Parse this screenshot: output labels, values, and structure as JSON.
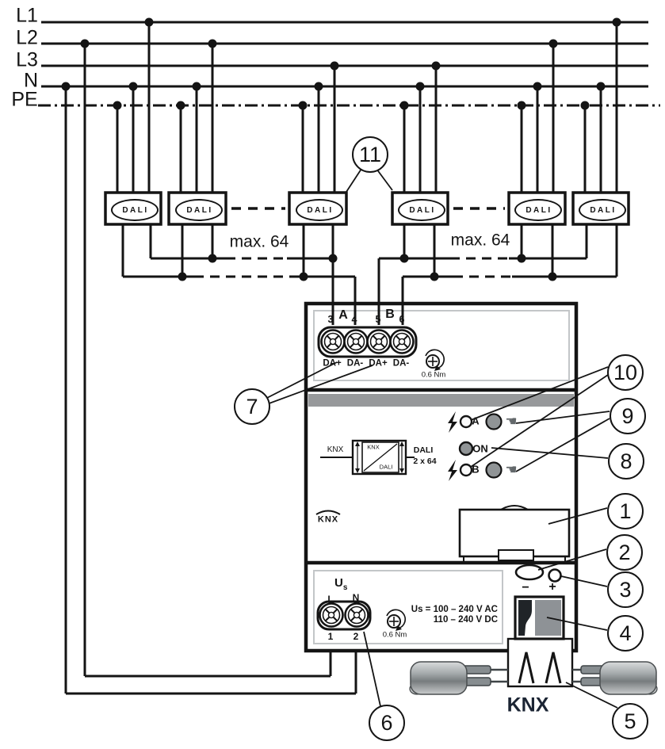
{
  "rails": [
    "L1",
    "L2",
    "L3",
    "N",
    "PE"
  ],
  "dali": {
    "logo": "DALI",
    "max_left": "max. 64",
    "max_right": "max. 64"
  },
  "terminals_top": {
    "n3": "3",
    "channel_a": "A",
    "n4": "4",
    "n5": "5",
    "channel_b": "B",
    "n6": "6",
    "w1": "DA+",
    "w2": "DA-",
    "w3": "DA+",
    "w4": "DA-",
    "torque": "0.6 Nm"
  },
  "leds": {
    "a": "A",
    "on": "ON",
    "b": "B"
  },
  "converter": {
    "knx": "KNX",
    "inner_knx": "KNX",
    "inner_dali": "DALI",
    "dali": "DALI",
    "capacity": "2 x 64"
  },
  "knx_logo": "KNX",
  "supply": {
    "label_u": "U",
    "label_s": "s",
    "l": "L",
    "n": "N",
    "t1": "1",
    "t2": "2",
    "torque": "0.6 Nm",
    "voltage_1": "Us = 100 – 240 V AC",
    "voltage_2": "110 – 240 V DC",
    "minus": "−",
    "plus": "+"
  },
  "knx_bus_label": "KNX",
  "callouts": {
    "c1": "1",
    "c2": "2",
    "c3": "3",
    "c4": "4",
    "c5": "5",
    "c6": "6",
    "c7": "7",
    "c8": "8",
    "c9": "9",
    "c10": "10",
    "c11": "11"
  },
  "icons": [
    "lightning-icon",
    "press-hand-icon",
    "screw-terminal-icon",
    "torque-screw-icon"
  ],
  "colors": {
    "line": "#141414",
    "band": "#97999b",
    "button": "#909496",
    "cable": "#9fa4a6"
  }
}
